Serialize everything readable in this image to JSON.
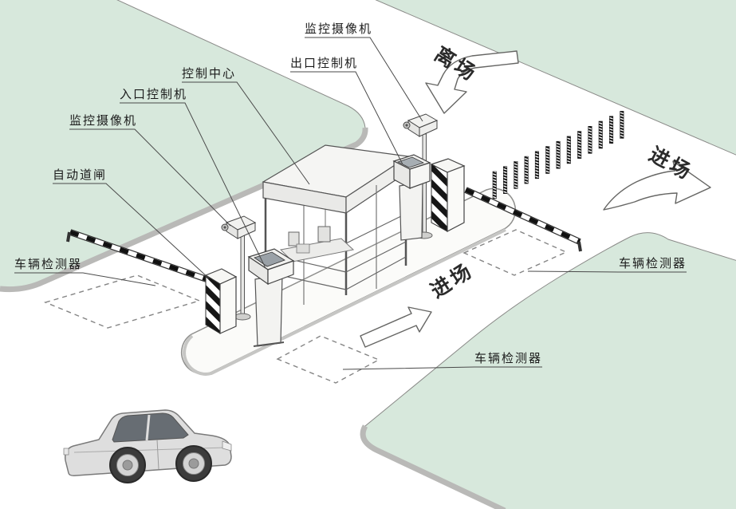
{
  "colors": {
    "grass": "#d7e8dc",
    "road": "#ffffff",
    "curb": "#b9b9b7",
    "outline": "#555555",
    "barrier_stripe": "#161616",
    "text": "#1b1b1b"
  },
  "callouts": {
    "camera_exit": {
      "label": "监控摄像机"
    },
    "exit_controller": {
      "label": "出口控制机"
    },
    "control_center": {
      "label": "控制中心"
    },
    "entry_controller": {
      "label": "入口控制机"
    },
    "camera_entry": {
      "label": "监控摄像机"
    },
    "auto_barrier": {
      "label": "自动道闸"
    },
    "detector_left": {
      "label": "车辆检测器"
    },
    "detector_right": {
      "label": "车辆检测器"
    },
    "detector_bottom": {
      "label": "车辆检测器"
    }
  },
  "directions": {
    "leave": "离场",
    "enter_main": "进场",
    "enter_lane": "进场"
  }
}
